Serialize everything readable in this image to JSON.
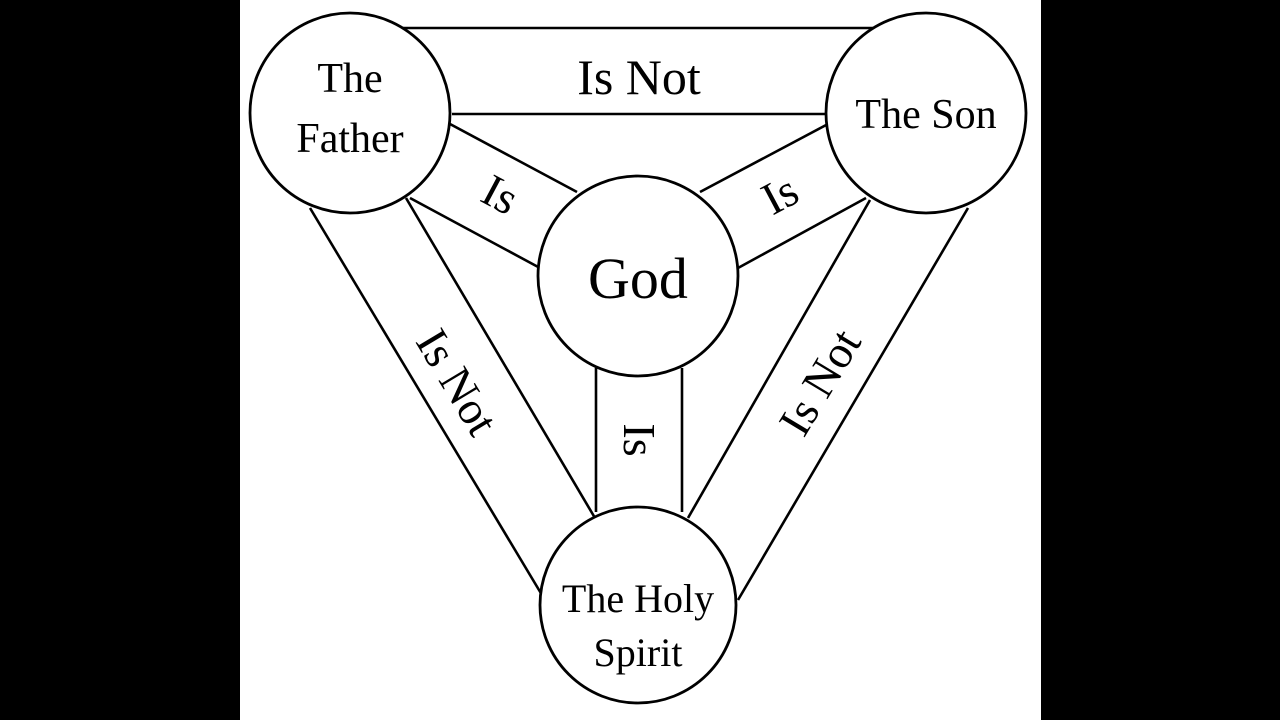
{
  "diagram": {
    "nodes": {
      "father": {
        "lines": [
          "The",
          "Father"
        ]
      },
      "son": {
        "lines": [
          "The Son"
        ]
      },
      "god": {
        "lines": [
          "God"
        ]
      },
      "spirit": {
        "lines": [
          "The Holy",
          "Spirit"
        ]
      }
    },
    "links": {
      "father_son": "Is Not",
      "father_spirit": "Is Not",
      "son_spirit": "Is Not",
      "father_god": "Is",
      "son_god": "Is",
      "spirit_god": "Is"
    }
  },
  "colors": {
    "background": "#000000",
    "canvas": "#ffffff",
    "ink": "#000000"
  }
}
